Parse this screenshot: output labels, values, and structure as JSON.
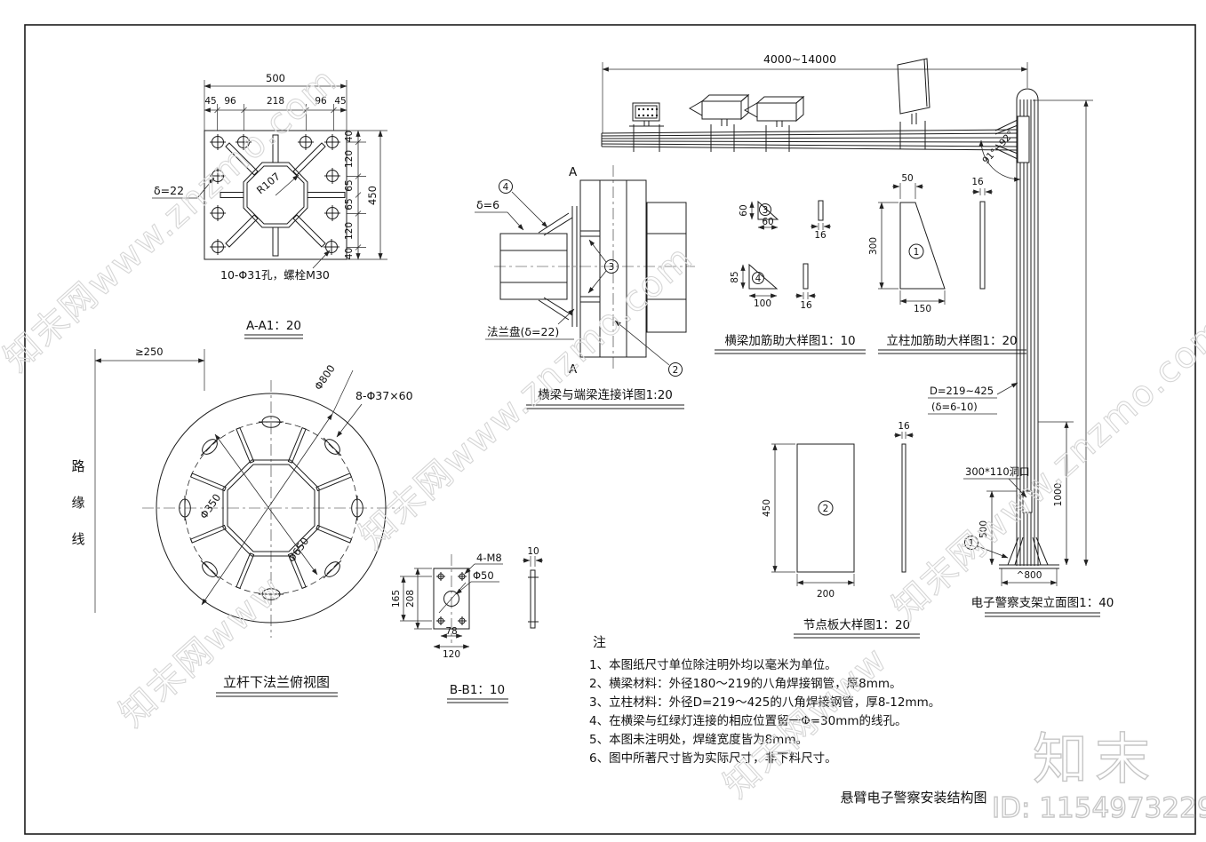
{
  "watermarks": {
    "diag_full": "知末网www.znzmo.com",
    "diag_short": "知末网www",
    "logo": "知末",
    "id_text": "ID: 1154973229"
  },
  "titles": {
    "aa1": "A-A1：20",
    "flange_plan": "立杆下法兰俯视图",
    "bb1": "B-B1：10",
    "beam_conn": "横梁与端梁连接详图1:20",
    "beam_rib": "横梁加筋助大样图1：10",
    "col_rib": "立柱加筋助大样图1：20",
    "node_plate": "节点板大样图1：20",
    "elevation": "电子警察支架立面图1：40",
    "main": "悬臂电子警察安装结构图"
  },
  "flange_top": {
    "dim_total_w": "500",
    "dim_w1": "45",
    "dim_w2": "96",
    "dim_w3": "218",
    "dim_w4": "96",
    "dim_w5": "45",
    "dim_total_h": "450",
    "dim_h1": "40",
    "dim_h2": "120",
    "dim_h3": "65",
    "dim_h4": "65",
    "dim_h5": "120",
    "dim_h6": "40",
    "radius_label": "R107",
    "thickness_label": "δ=22",
    "holes_label": "10-Φ31孔，螺栓M30"
  },
  "flange_plan": {
    "offset_label": "≥250",
    "curb_chars": [
      "路",
      "缘",
      "线"
    ],
    "outer_dia": "Φ800",
    "bolt_dia": "Φ650",
    "octagon_dia": "Φ350",
    "slot_label": "8-Φ37×60"
  },
  "bb1": {
    "bolt_label": "4-M8",
    "hole_label": "Φ50",
    "dim_v1": "165",
    "dim_v2": "208",
    "dim_w1": "78",
    "dim_w2": "120",
    "dim_t": "10"
  },
  "beam_conn": {
    "section_a": "A",
    "thickness_label": "δ=6",
    "flange_label": "法兰盘(δ=22)",
    "balloon_2": "2",
    "balloon_3": "3",
    "balloon_4": "4"
  },
  "ribs": {
    "balloon_1": "1",
    "balloon_3": "3",
    "balloon_4": "4",
    "t3_h": "60",
    "t3_w": "60",
    "t3_t": "16",
    "t4_h": "85",
    "t4_w": "100",
    "t4_t": "16",
    "t1_top": "50",
    "t1_h": "300",
    "t1_w": "150",
    "t1_t": "16"
  },
  "node_plate": {
    "balloon_2": "2",
    "dim_h": "450",
    "dim_w": "200",
    "dim_t": "16"
  },
  "elevation": {
    "span": "4000~14000",
    "angle": "91°~92°",
    "pole_dia": "D=219~425",
    "pole_thk": "(δ=6-10)",
    "hole_label": "300*110洞口",
    "dim_500": "500",
    "dim_1000": "1000",
    "dim_base": "^800",
    "balloon_1": "1"
  },
  "notes": {
    "header": "注",
    "items": [
      "1、本图纸尺寸单位除注明外均以毫米为单位。",
      "2、横梁材料：外径180～219的八角焊接钢管，厚8mm。",
      "3、立柱材料：外径D=219～425的八角焊接钢管，厚8-12mm。",
      "4、在横梁与红绿灯连接的相应位置留一Φ=30mm的线孔。",
      "5、本图未注明处，焊缝宽度皆为8mm。",
      "6、图中所著尺寸皆为实际尺寸，非下料尺寸。"
    ]
  }
}
